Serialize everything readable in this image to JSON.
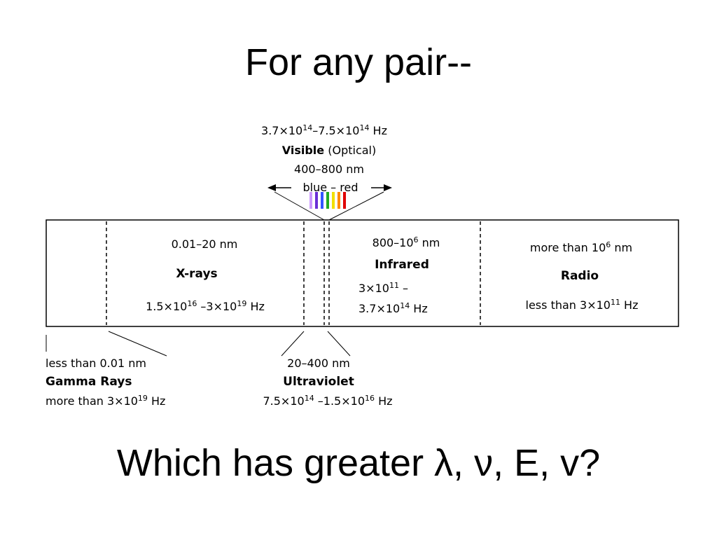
{
  "title": "For any pair--",
  "question": "Which has greater λ, ν, E, v?",
  "visible": {
    "freq_a": "3.7×10",
    "freq_a_exp": "14",
    "freq_b": "–7.5×10",
    "freq_b_exp": "14",
    "freq_unit": " Hz",
    "name": "Visible",
    "name_extra": " (Optical)",
    "wavelength": "400–800 nm",
    "arrow_label": "blue – red",
    "band_colors": [
      "#cc99ff",
      "#6a2fd6",
      "#3355ff",
      "#22aa22",
      "#f2e000",
      "#ff8a00",
      "#e00000"
    ]
  },
  "xrays": {
    "wavelength": "0.01–20 nm",
    "name": "X-rays",
    "freq_a": "1.5×10",
    "freq_a_exp": "16",
    "freq_b": " –3×10",
    "freq_b_exp": "19",
    "freq_unit": " Hz"
  },
  "infrared": {
    "wavelength": "800–10",
    "wavelength_exp": "6",
    "wavelength_unit": " nm",
    "name": "Infrared",
    "freq_a": "3×10",
    "freq_a_exp": "11",
    "freq_a_tail": " –",
    "freq_b": "3.7×10",
    "freq_b_exp": "14",
    "freq_unit": " Hz"
  },
  "radio": {
    "wavelength": "more than 10",
    "wavelength_exp": "6",
    "wavelength_unit": " nm",
    "name": "Radio",
    "freq": "less than 3×10",
    "freq_exp": "11",
    "freq_unit": " Hz"
  },
  "gamma": {
    "wavelength": "less than 0.01 nm",
    "name": "Gamma Rays",
    "freq": "more than 3×10",
    "freq_exp": "19",
    "freq_unit": " Hz"
  },
  "ultraviolet": {
    "wavelength": "20–400 nm",
    "name": "Ultraviolet",
    "freq_a": "7.5×10",
    "freq_a_exp": "14",
    "freq_b": " –1.5×10",
    "freq_b_exp": "16",
    "freq_unit": " Hz"
  }
}
